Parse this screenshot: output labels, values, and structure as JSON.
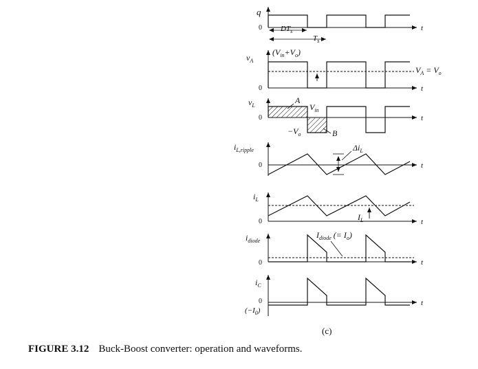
{
  "figure": {
    "sublabel": "(c)",
    "caption_number": "FIGURE 3.12",
    "caption_text": "Buck-Boost converter: operation and waveforms."
  },
  "panels": {
    "q": {
      "ylabel": "q",
      "zero": "0",
      "tlabel": "t",
      "DTs": "DT",
      "DTs_sub": "s",
      "Ts": "T",
      "Ts_sub": "s"
    },
    "vA": {
      "ylabel": "v",
      "ylabel_sub": "A",
      "top_label": "(V",
      "top_label_sub": "in",
      "top_label_end": "+V",
      "top_label_end_sub": "o",
      "top_label_close": ")",
      "avg_label": "V",
      "avg_label_sub": "A",
      "avg_label_eq": " = V",
      "avg_label_eq_sub": "o",
      "zero": "0",
      "tlabel": "t"
    },
    "vL": {
      "ylabel": "v",
      "ylabel_sub": "L",
      "area_A": "A",
      "area_B": "B",
      "pos_label": "V",
      "pos_label_sub": "in",
      "neg_label": "−V",
      "neg_label_sub": "o",
      "zero": "0",
      "tlabel": "t"
    },
    "iLripple": {
      "ylabel": "i",
      "ylabel_sub": "L,ripple",
      "delta_label": "Δi",
      "delta_label_sub": "L",
      "zero": "0",
      "tlabel": "t"
    },
    "iL": {
      "ylabel": "i",
      "ylabel_sub": "L",
      "avg_label": "I",
      "avg_label_sub": "L",
      "zero": "0",
      "tlabel": "t"
    },
    "idiode": {
      "ylabel": "i",
      "ylabel_sub": "diode",
      "avg_label": "I",
      "avg_label_sub": "diode",
      "avg_label_rest": " (= I",
      "avg_label_rest_sub": "o",
      "avg_label_close": ")",
      "zero": "0",
      "tlabel": "t"
    },
    "ic": {
      "ylabel": "i",
      "ylabel_sub": "C",
      "zero": "0",
      "neg_label": "(−I",
      "neg_label_sub": "0",
      "neg_label_close": ")",
      "tlabel": "t"
    }
  }
}
